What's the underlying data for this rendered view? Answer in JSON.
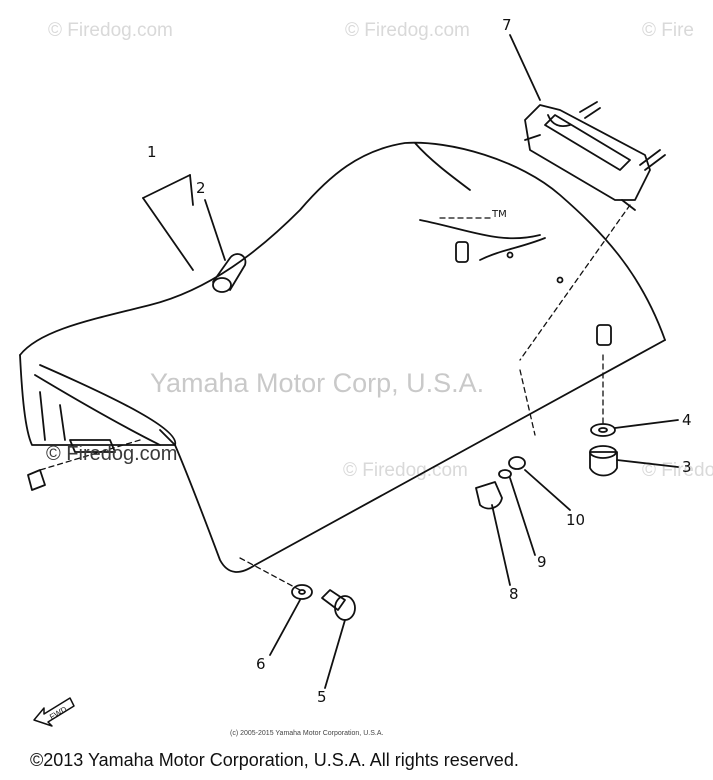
{
  "watermarks": {
    "top_left": "© Firedog.com",
    "top_center": "© Firedog.com",
    "top_right": "© Fire",
    "mid_right": "© Firedog.com",
    "mid_left": "© Firedog.com",
    "center": "Yamaha Motor Corp, U.S.A."
  },
  "callouts": {
    "p1": "1",
    "p2": "2",
    "p3": "3",
    "p4": "4",
    "p5": "5",
    "p6": "6",
    "p7": "7",
    "p8": "8",
    "p9": "9",
    "p10": "10"
  },
  "tm_mark": "TM",
  "fwd_label": "FWD",
  "footer": {
    "small": "(c) 2005-2015 Yamaha Motor Corporation, U.S.A.",
    "main": "©2013 Yamaha Motor Corporation, U.S.A. All rights reserved."
  },
  "colors": {
    "ink": "#111111",
    "watermark": "#d9d9d9"
  }
}
